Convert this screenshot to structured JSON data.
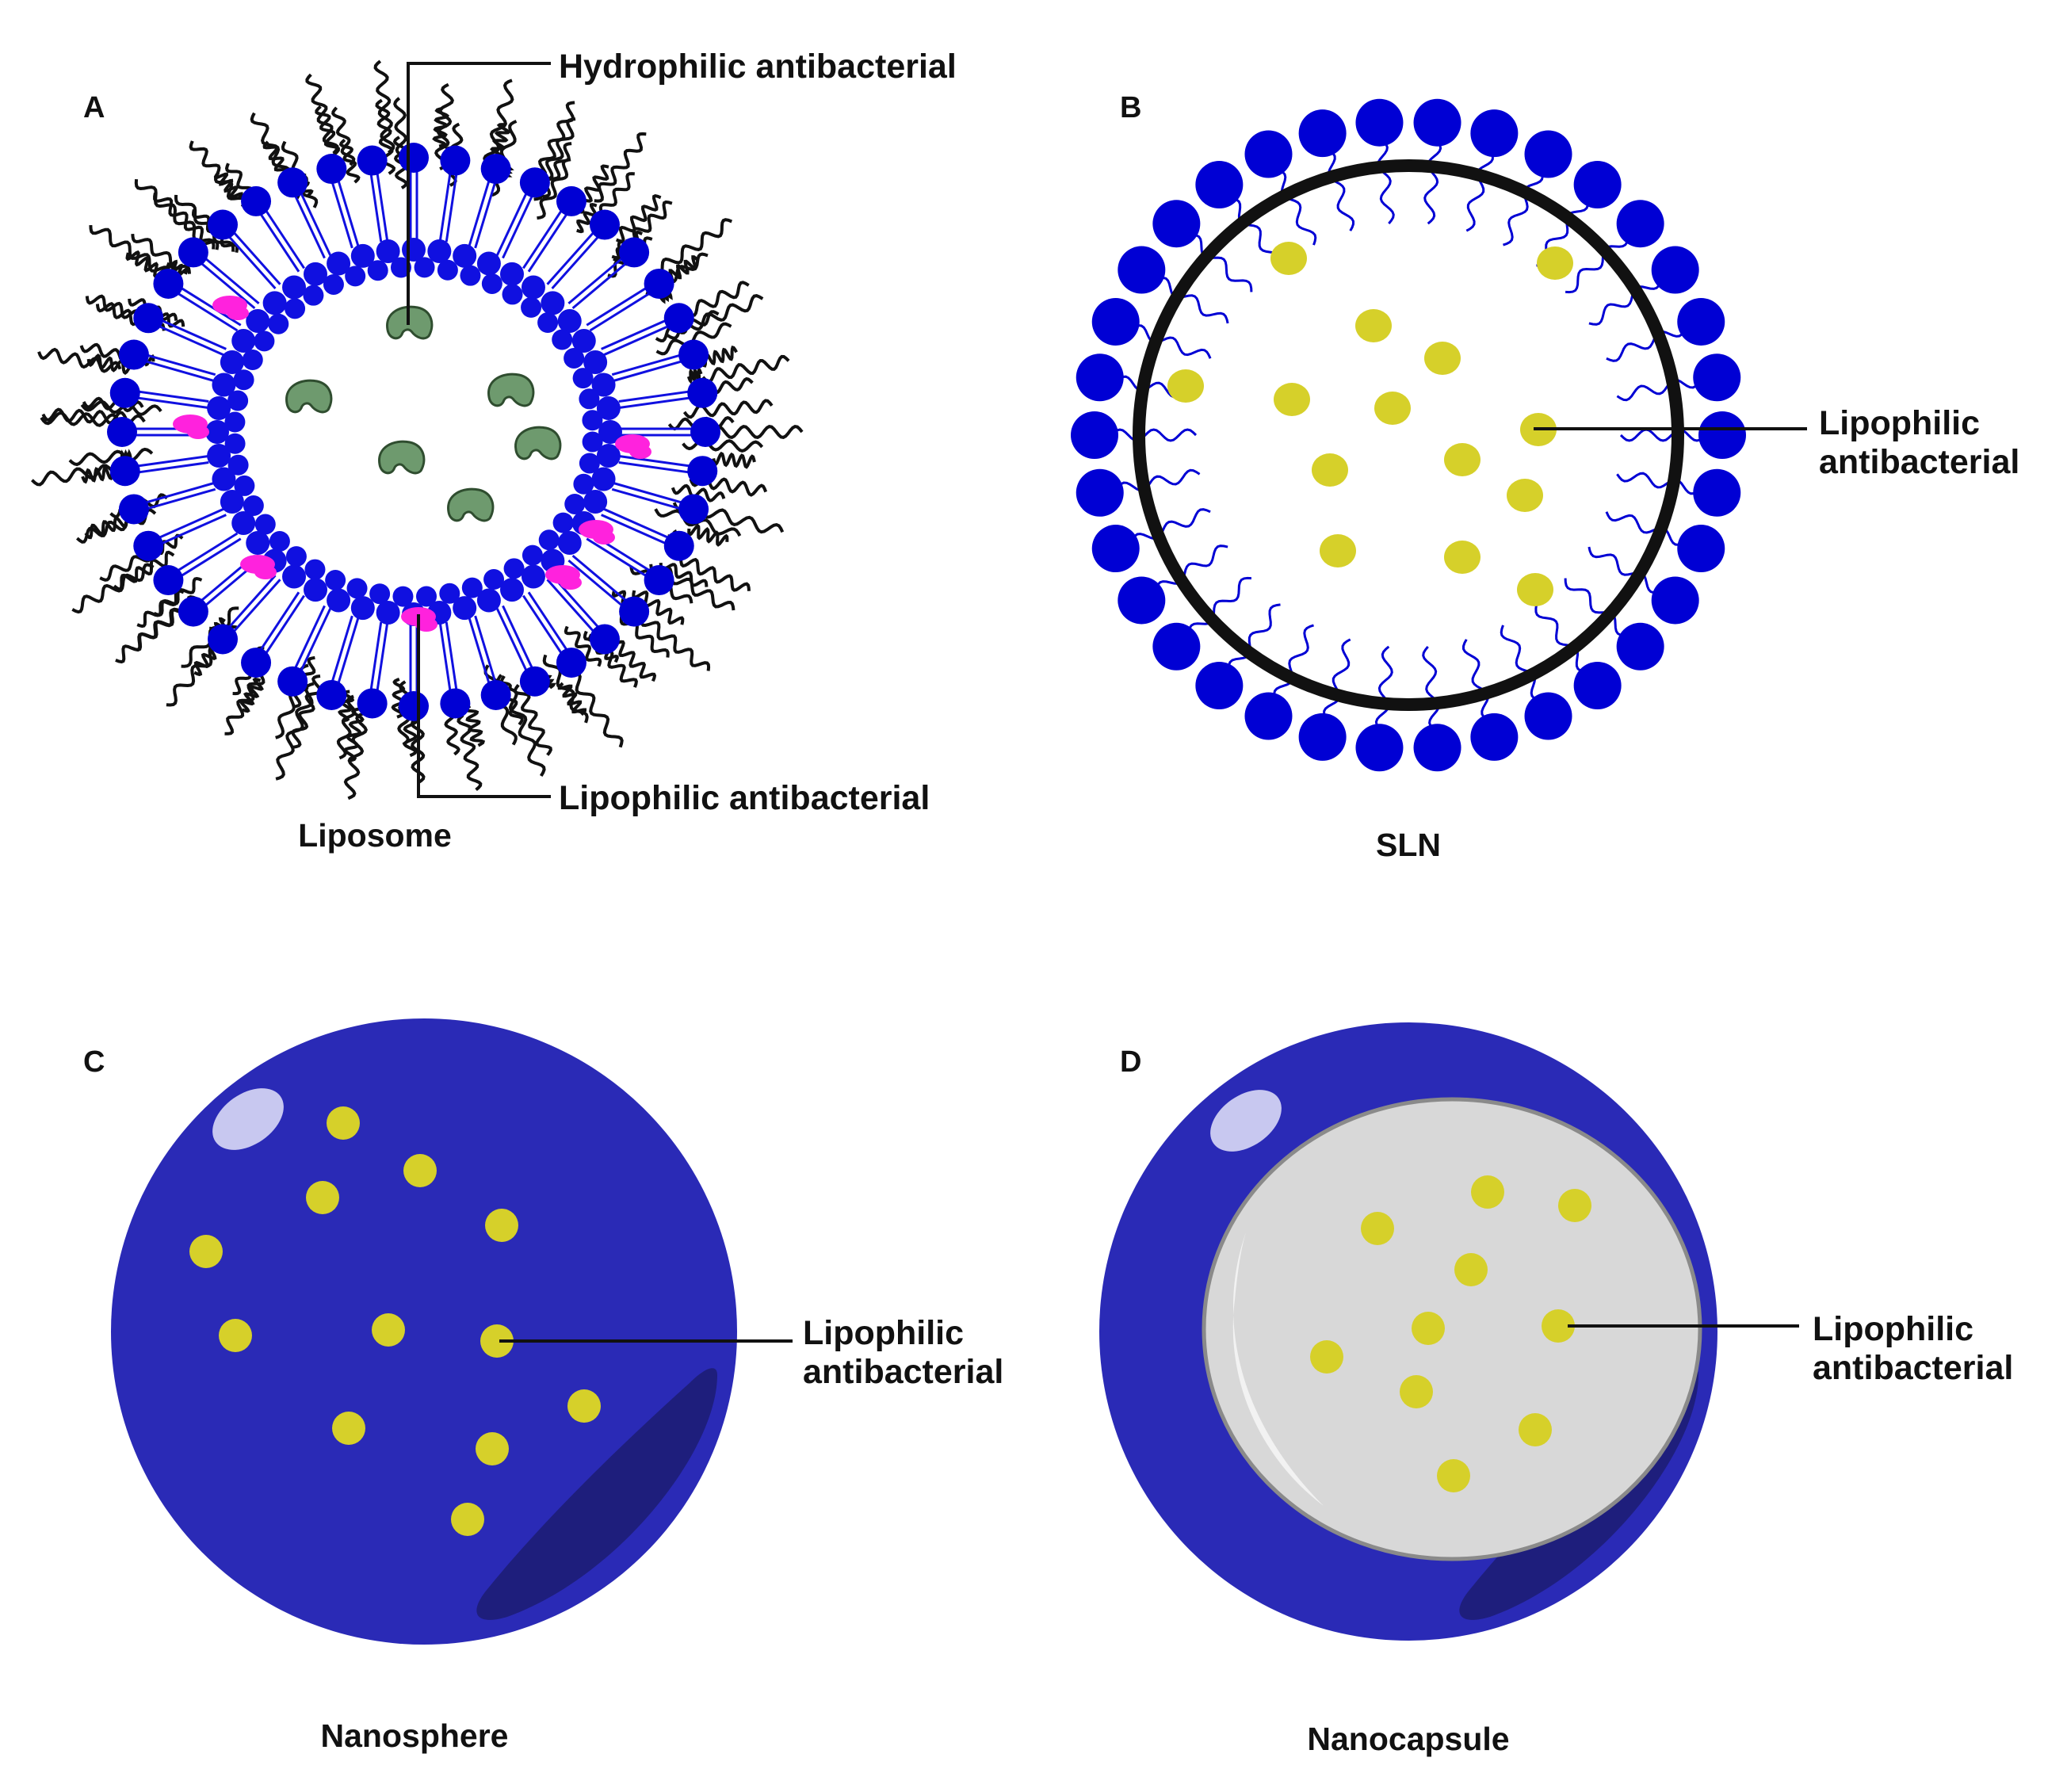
{
  "panels": {
    "a": {
      "letter": "A",
      "caption": "Liposome",
      "callout_top": "Hydrophilic antibacterial",
      "callout_bottom": "Lipophilic antibacterial"
    },
    "b": {
      "letter": "B",
      "caption": "SLN",
      "callout_line1": "Lipophilic",
      "callout_line2": "antibacterial"
    },
    "c": {
      "letter": "C",
      "caption": "Nanosphere",
      "callout_line1": "Lipophilic",
      "callout_line2": "antibacterial"
    },
    "d": {
      "letter": "D",
      "caption": "Nanocapsule",
      "callout_line1": "Lipophilic",
      "callout_line2": "antibacterial"
    }
  },
  "colors": {
    "lipid_head": "#1010e0",
    "lipid_head_dark": "#0000d4",
    "peg_chain": "#111111",
    "cholesterol": "#ff22dd",
    "hydrophilic_drug": "#6e9a6e",
    "hydrophilic_drug_outline": "#2f4d2f",
    "lipophilic_drug": "#d6d02a",
    "sln_shell": "#111111",
    "particle_body": "#2a2ab6",
    "particle_shadow": "#1e1e7c",
    "particle_highlight": "#c8c8f0",
    "capsule_core": "#d8d8d8",
    "capsule_core_edge": "#8a8a8a"
  }
}
